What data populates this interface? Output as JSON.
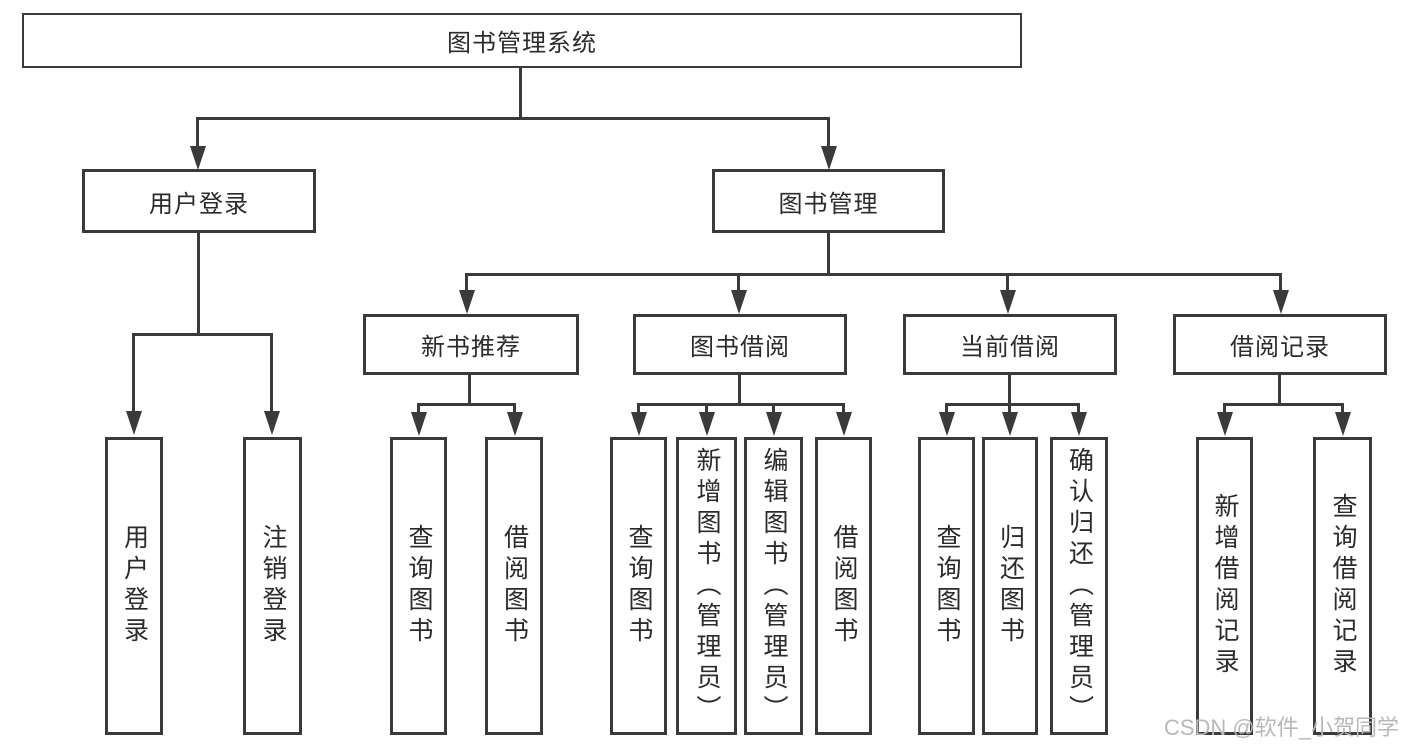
{
  "title": {
    "label": "图书管理系统"
  },
  "level2": {
    "user_login": {
      "label": "用户登录"
    },
    "book_management": {
      "label": "图书管理"
    }
  },
  "level3": {
    "new_book_recommend": {
      "label": "新书推荐"
    },
    "book_borrow": {
      "label": "图书借阅"
    },
    "current_borrow": {
      "label": "当前借阅"
    },
    "borrow_records": {
      "label": "借阅记录"
    }
  },
  "leaves": {
    "user_login": {
      "label": "用户登录"
    },
    "logout": {
      "label": "注销登录"
    },
    "recommend_query_books": {
      "label": "查询图书"
    },
    "recommend_borrow_books": {
      "label": "借阅图书"
    },
    "borrow_query_books": {
      "label": "查询图书"
    },
    "borrow_add_books": {
      "label": "新增图书（管理员）"
    },
    "borrow_edit_books": {
      "label": "编辑图书（管理员）"
    },
    "borrow_borrow_books": {
      "label": "借阅图书"
    },
    "current_query_books": {
      "label": "查询图书"
    },
    "current_return_books": {
      "label": "归还图书"
    },
    "current_confirm_return": {
      "label": "确认归还（管理员）"
    },
    "records_add_record": {
      "label": "新增借阅记录"
    },
    "records_query_record": {
      "label": "查询借阅记录"
    }
  },
  "watermark": {
    "label": "CSDN @软件_小贺同学"
  },
  "colors": {
    "line": "#3a3a3a",
    "text": "#2b2b2b",
    "watermark": "#b8b8b8",
    "background": "#ffffff"
  }
}
